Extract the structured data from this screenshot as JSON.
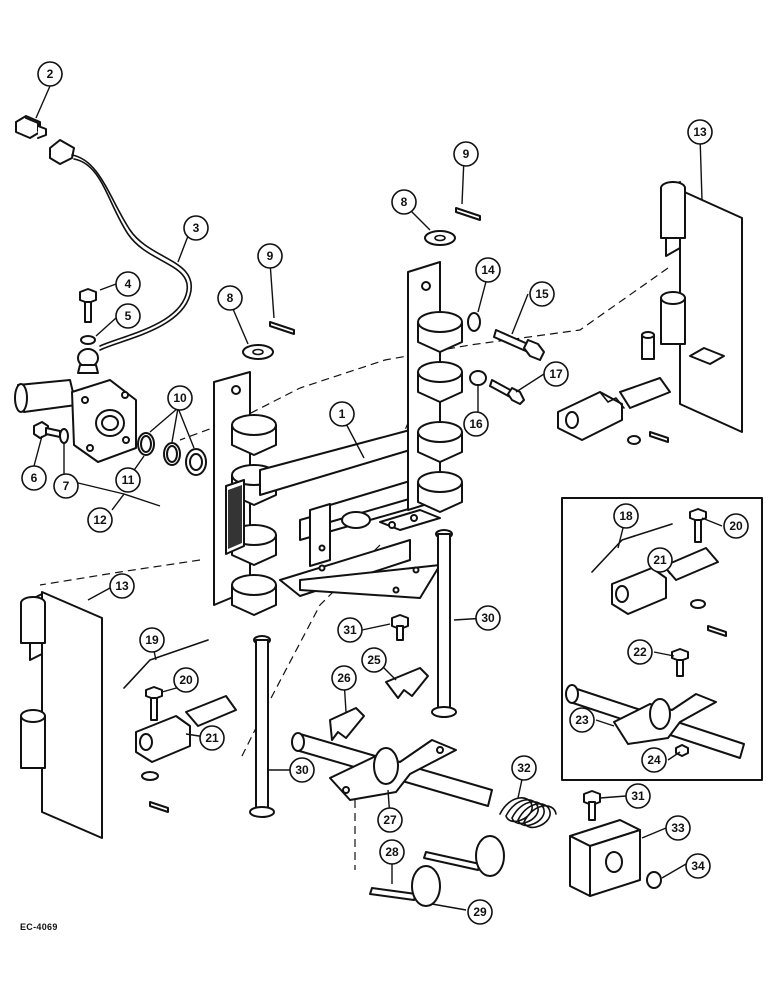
{
  "figure_code": "EC-4069",
  "callouts": {
    "c1": "1",
    "c2": "2",
    "c3": "3",
    "c4": "4",
    "c5": "5",
    "c6": "6",
    "c7": "7",
    "c8a": "8",
    "c8b": "8",
    "c9a": "9",
    "c9b": "9",
    "c10": "10",
    "c11": "11",
    "c12": "12",
    "c13a": "13",
    "c13b": "13",
    "c14": "14",
    "c15": "15",
    "c16": "16",
    "c17": "17",
    "c18": "18",
    "c19": "19",
    "c20a": "20",
    "c20b": "20",
    "c21a": "21",
    "c21b": "21",
    "c22": "22",
    "c23": "23",
    "c24": "24",
    "c25": "25",
    "c26": "26",
    "c27": "27",
    "c28": "28",
    "c29": "29",
    "c30a": "30",
    "c30b": "30",
    "c31a": "31",
    "c31b": "31",
    "c32": "32",
    "c33": "33",
    "c34": "34"
  }
}
